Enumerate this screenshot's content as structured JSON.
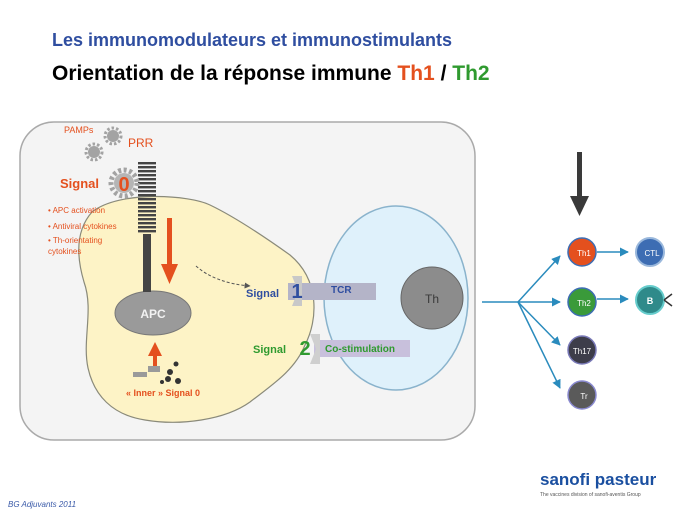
{
  "header": {
    "title": "Les immunomodulateurs et immunostimulants",
    "subtitle_main": "Orientation de la réponse immune ",
    "subtitle_th1": "Th1",
    "subtitle_sep": " / ",
    "subtitle_th2": "Th2"
  },
  "diagram": {
    "pamps": "PAMPs",
    "prr": "PRR",
    "signal_word": "Signal",
    "signal0_num": "0",
    "bullets": [
      "• APC activation",
      "• Antiviral cytokines",
      "• Th-orientating",
      "cytokines"
    ],
    "apc": "APC",
    "inner_signal": "« Inner » Signal 0",
    "signal1_word": "Signal",
    "signal1_num": "1",
    "tcr": "TCR",
    "signal2_word": "Signal",
    "signal2_num": "2",
    "costim": "Co-stimulation",
    "th": "Th",
    "subsets": [
      "Th1",
      "Th2",
      "Th17",
      "Tr"
    ],
    "effectors": [
      "CTL",
      "B"
    ]
  },
  "colors": {
    "orange": "#e4501e",
    "green": "#2f9a2f",
    "blue": "#2f4ea0",
    "apc_fill": "#fdf3c6",
    "th_fill": "#dff1fb",
    "branch": "#2a8bbd"
  },
  "footer": {
    "credit": "BG Adjuvants 2011"
  },
  "logo": {
    "name": "sanofi pasteur",
    "tagline": "The vaccines division of sanofi-aventis Group"
  }
}
